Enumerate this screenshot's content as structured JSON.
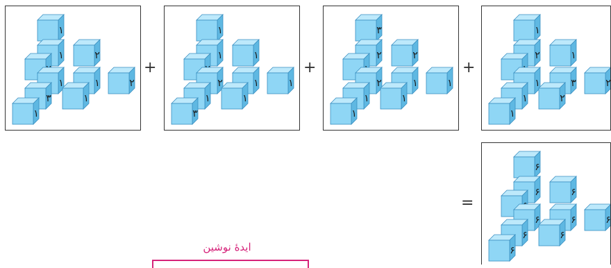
{
  "panels": [
    {
      "labels": [
        "١",
        "١",
        "۲",
        "١",
        "١",
        "۲",
        "۲",
        "١",
        "۳",
        "١"
      ]
    },
    {
      "labels": [
        "١",
        "١",
        "١",
        "۲",
        "١",
        "١",
        "۲",
        "١",
        "١",
        "۳"
      ]
    },
    {
      "labels": [
        "۳",
        "۲",
        "۲",
        "۲",
        "١",
        "١",
        "١",
        "١",
        "١",
        "١"
      ]
    },
    {
      "labels": [
        "١",
        "۲",
        "١",
        "١",
        "۳",
        "۲",
        "١",
        "۲",
        "١",
        "١"
      ]
    },
    {
      "labels": [
        "۶",
        "۶",
        "۶",
        "۶",
        "۶",
        "۶",
        "۶",
        "۶",
        "۶",
        "۶"
      ]
    }
  ],
  "operators": {
    "plus": "+",
    "equals": "="
  },
  "caption": "ایدهٔ نوشین",
  "colors": {
    "cube_front": "#8fd6f5",
    "cube_top": "#bde9fb",
    "cube_side": "#5fb8e2",
    "edge": "#3a8fc1",
    "caption": "#d6237a"
  }
}
